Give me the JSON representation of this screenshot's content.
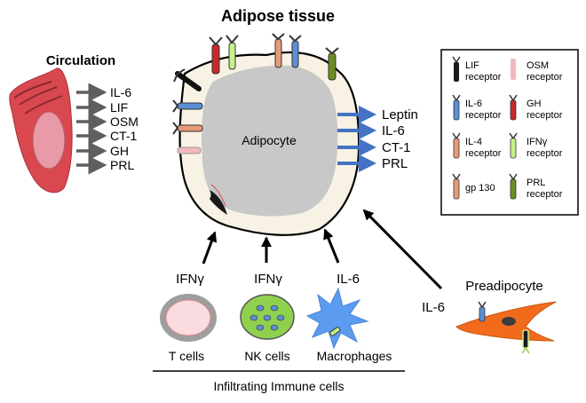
{
  "title": "Adipose tissue",
  "circulation": {
    "heading": "Circulation",
    "factors": [
      "IL-6",
      "LIF",
      "OSM",
      "CT-1",
      "GH",
      "PRL"
    ]
  },
  "adipocyte": {
    "label": "Adipocyte",
    "secreted": [
      "Leptin",
      "IL-6",
      "CT-1",
      "PRL"
    ]
  },
  "immune": {
    "cells": [
      {
        "factor": "IFNγ",
        "label": "T cells"
      },
      {
        "factor": "IFNγ",
        "label": "NK cells"
      },
      {
        "factor": "IL-6",
        "label": "Macrophages"
      }
    ],
    "group_label": "Infiltrating Immune cells"
  },
  "preadipocyte": {
    "label": "Preadipocyte",
    "factor": "IL-6"
  },
  "legend": {
    "items": [
      {
        "line1": "LIF",
        "line2": "receptor",
        "color": "#1a1a1a",
        "icon": "lif-receptor-icon"
      },
      {
        "line1": "OSM",
        "line2": "receptor",
        "color": "#f2b8c0",
        "icon": "osm-receptor-icon"
      },
      {
        "line1": "IL-6",
        "line2": "receptor",
        "color": "#5b8fd6",
        "icon": "il6-receptor-icon"
      },
      {
        "line1": "GH",
        "line2": "receptor",
        "color": "#c8282a",
        "icon": "gh-receptor-icon"
      },
      {
        "line1": "IL-4",
        "line2": "receptor",
        "color": "#e89a78",
        "icon": "il4-receptor-icon"
      },
      {
        "line1": "IFNγ",
        "line2": "receptor",
        "color": "#c6f08a",
        "icon": "ifng-receptor-icon"
      },
      {
        "line1": "gp 130",
        "line2": "",
        "color": "#e89a78",
        "icon": "gp130-icon"
      },
      {
        "line1": "PRL",
        "line2": "receptor",
        "color": "#6b8e23",
        "icon": "prl-receptor-icon"
      }
    ]
  },
  "colors": {
    "arrow_gray": "#5f5f5f",
    "arrow_blue": "#4472c4",
    "circulation_cell": "#d9484f",
    "nucleus_pink": "#e89aa6",
    "lipid_gray": "#c8c8c8",
    "adipose_rim": "#f8f2e4",
    "preadipocyte": "#f26b1d",
    "nk_cell": "#8fd14f",
    "macrophage": "#5b9bf0"
  }
}
